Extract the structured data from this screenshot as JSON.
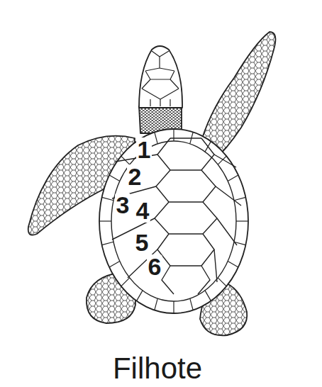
{
  "diagram": {
    "caption": "Filhote",
    "labels": [
      "1",
      "2",
      "3",
      "4",
      "5",
      "6"
    ]
  }
}
